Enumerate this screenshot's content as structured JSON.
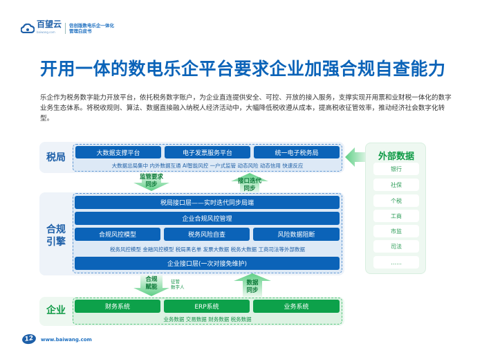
{
  "header": {
    "brand": "百望云",
    "brand_sub": "baiwang.com",
    "slogan_line1": "信创版数电乐企一体化",
    "slogan_line2": "管理白皮书"
  },
  "title": "开用一体的数电乐企平台要求企业加强合规自查能力",
  "paragraph": "乐企作为税务数字能力开放平台，依托税务数字账户，为企业直连提供安全、可控、开放的接入服务，支撑实现开用票和业财税一体化的数字业务生态体系。将税收规则、算法、数据直接融入纳税人经济活动中，大幅降低税收遵从成本，提高税收征管效率，推动经济社会数字化转型。",
  "tax_bureau": {
    "label": "税局",
    "buttons": [
      "大数据支撑平台",
      "电子发票服务平台",
      "统一电子税务局"
    ],
    "features": "大数据总局集中  内外数据互通  AI智能风控  一户式监管  动态风险  动态信用  快速反应"
  },
  "arrows": {
    "down1": [
      "监管要求",
      "同步"
    ],
    "up1": [
      "接口迭代",
      "同步"
    ],
    "down2": [
      "合规",
      "赋能"
    ],
    "down2_note": [
      "征管",
      "数字人"
    ],
    "up2": [
      "数据",
      "同步"
    ]
  },
  "compliance": {
    "label_line1": "合规",
    "label_line2": "引擎",
    "bar1": "税局接口层——实时迭代同步局端",
    "bar2": "企业合规风控管理",
    "buttons": [
      "合规风控模型",
      "税务风险自查",
      "风险数据阻断"
    ],
    "features": "税务风控模型  金融风控模型  税局黑名单  发票大数据  税务大数据  工商司法等外部数据",
    "bar3": "企业接口层(一次对接免维护)"
  },
  "enterprise": {
    "label": "企业",
    "buttons": [
      "财务系统",
      "ERP系统",
      "业务系统"
    ],
    "features": "业务数据  交易数据  财务数据  税务数据"
  },
  "external": {
    "title": "外部数据",
    "items": [
      "银行",
      "社保",
      "个税",
      "工商",
      "市监",
      "司法",
      "……"
    ]
  },
  "footer": {
    "page": "12",
    "url": "www.baiwang.com"
  }
}
